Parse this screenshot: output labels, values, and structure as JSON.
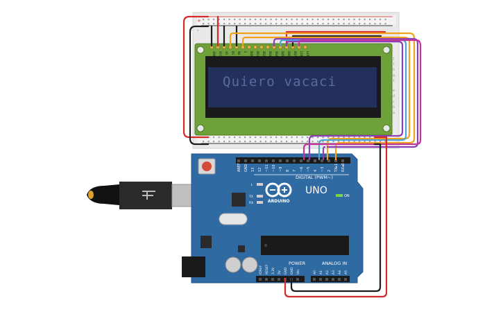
{
  "lcd": {
    "display_text": "Quiero vacaci",
    "backlight_color": "#24305c",
    "text_color": "#5a6aa0",
    "pin_labels": [
      "GND",
      "VCC",
      "V0",
      "RS",
      "RW",
      "E",
      "DB0",
      "DB1",
      "DB2",
      "DB3",
      "DB4",
      "DB5",
      "DB6",
      "DB7",
      "LED",
      "LED"
    ]
  },
  "breadboard": {
    "rail_labels": [
      "+",
      "-"
    ]
  },
  "arduino": {
    "brand": "ARDUINO",
    "model": "UNO",
    "on_label": "ON",
    "led_labels": [
      "L",
      "TX",
      "RX"
    ],
    "digital_header_label": "DIGITAL (PWM~)",
    "digital_pins": [
      "AREF",
      "GND",
      "13",
      "12",
      "~11",
      "~10",
      "~9",
      "8",
      "7",
      "~6",
      "~5",
      "4",
      "~3",
      "2",
      "TX▸1",
      "RX◂0"
    ],
    "power_header_label": "POWER",
    "power_pins": [
      "IOREF",
      "RESET",
      "3.3V",
      "5V",
      "GND",
      "GND",
      "Vin"
    ],
    "analog_header_label": "ANALOG IN",
    "analog_pins": [
      "A0",
      "A1",
      "A2",
      "A3",
      "A4",
      "A5"
    ],
    "board_color": "#2f6aa3"
  },
  "wires": {
    "colors": {
      "red": "#d42a2a",
      "black": "#1c1c1c",
      "orange": "#f2a31b",
      "purple": "#8a3fb5",
      "blue": "#4aa3d9",
      "magenta": "#c2359b"
    }
  }
}
